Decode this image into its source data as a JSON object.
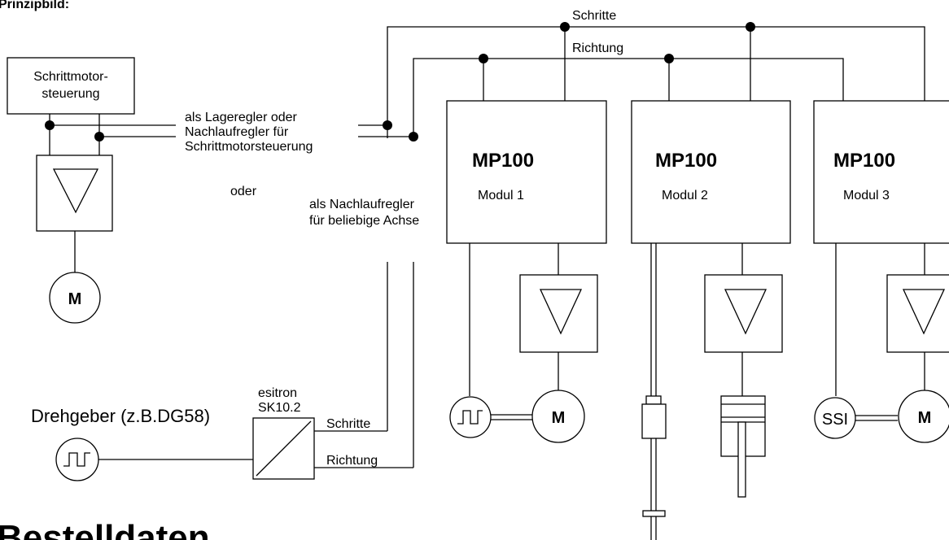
{
  "header": {
    "title_fragment": "Prinzipbild:"
  },
  "bus": {
    "schritte_label": "Schritte",
    "richtung_label": "Richtung"
  },
  "stepper_control": {
    "line1": "Schrittmotor-",
    "line2": "steuerung"
  },
  "motor_label": "M",
  "notes": {
    "position_line1": "als Lageregler oder",
    "position_line2": "Nachlaufregler  für",
    "position_line3": "Schrittmotorsteuerung",
    "oder": "oder",
    "follower_line1": "als Nachlaufregler",
    "follower_line2": "für beliebige Achse"
  },
  "modules": [
    {
      "name": "MP100",
      "sub": "Modul 1"
    },
    {
      "name": "MP100",
      "sub": "Modul 2"
    },
    {
      "name": "MP100",
      "sub": "Modul 3"
    }
  ],
  "encoder": {
    "label": "Drehgeber (z.B.DG58)"
  },
  "converter": {
    "brand": "esitron",
    "model": "SK10.2",
    "out_schritte": "Schritte",
    "out_richtung": "Richtung"
  },
  "ssi_label": "SSI",
  "section_heading": "Bestelldaten"
}
